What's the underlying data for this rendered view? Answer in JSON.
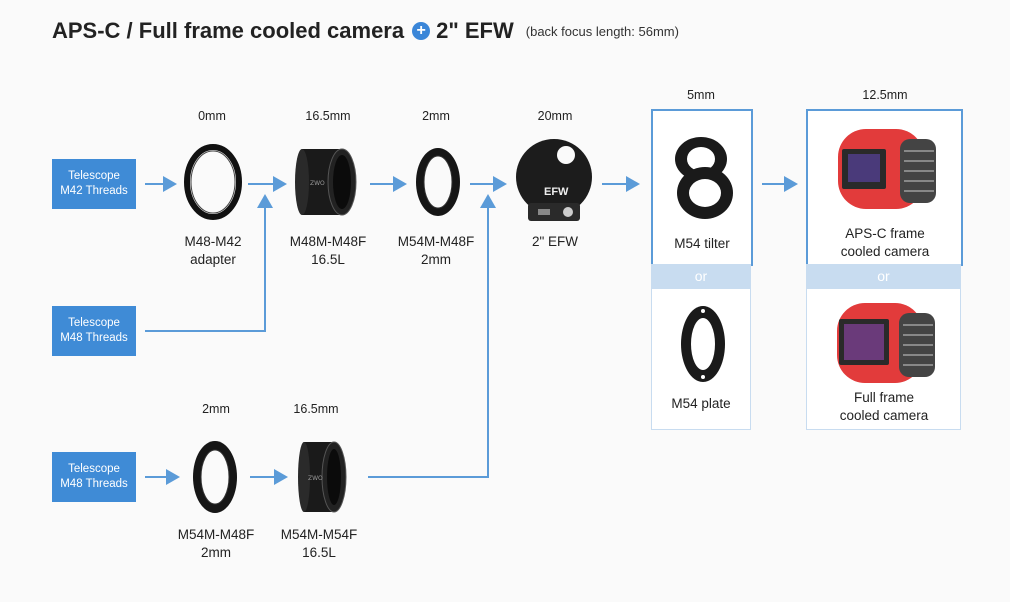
{
  "title": {
    "main_a": "APS-C / Full frame cooled camera",
    "main_b": "2\" EFW",
    "note": "(back focus length: 56mm)"
  },
  "telescopes": [
    {
      "l1": "Telescope",
      "l2": "M42 Threads"
    },
    {
      "l1": "Telescope",
      "l2": "M48 Threads"
    },
    {
      "l1": "Telescope",
      "l2": "M48 Threads"
    }
  ],
  "parts": {
    "a1": {
      "len": "0mm",
      "l1": "M48-M42",
      "l2": "adapter"
    },
    "a2": {
      "len": "16.5mm",
      "l1": "M48M-M48F",
      "l2": "16.5L"
    },
    "a3": {
      "len": "2mm",
      "l1": "M54M-M48F",
      "l2": "2mm"
    },
    "efw": {
      "len": "20mm",
      "l1": "2\" EFW",
      "brand": "EFW"
    },
    "tilter": {
      "len": "5mm",
      "l1": "M54 tilter"
    },
    "plate": {
      "l1": "M54 plate"
    },
    "cam1": {
      "len": "12.5mm",
      "l1": "APS-C frame",
      "l2": "cooled camera"
    },
    "cam2": {
      "l1": "Full frame",
      "l2": "cooled camera"
    },
    "b1": {
      "len": "2mm",
      "l1": "M54M-M48F",
      "l2": "2mm"
    },
    "b2": {
      "len": "16.5mm",
      "l1": "M54M-M54F",
      "l2": "16.5L"
    }
  },
  "or_text": "or",
  "colors": {
    "accent": "#3f8bd6",
    "line": "#5b9bd8",
    "camera_red": "#e23b3b"
  }
}
